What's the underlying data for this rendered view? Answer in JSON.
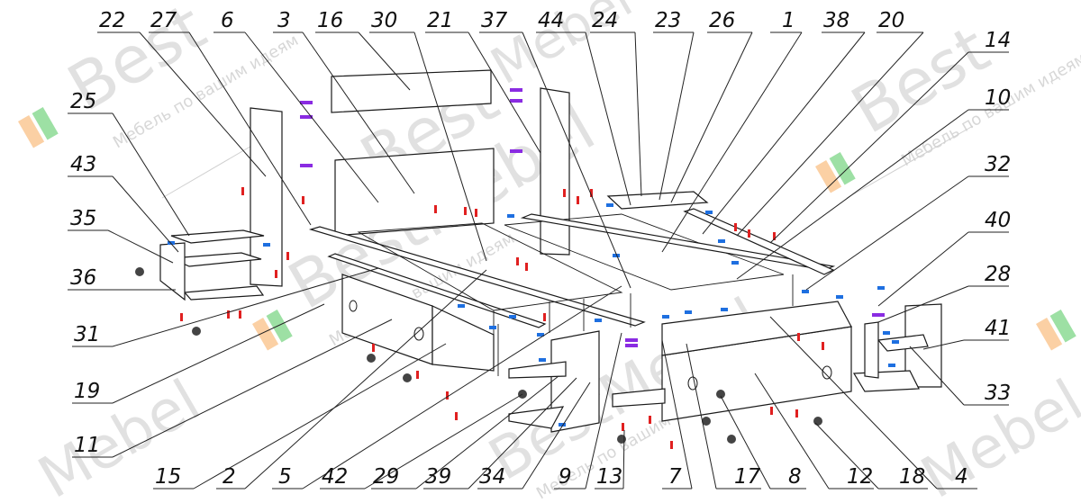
{
  "colors": {
    "line": "#1a1a1a",
    "fastener_red": "#e02020",
    "fastener_blue": "#1e6fe0",
    "fastener_purple": "#8a2be2",
    "logo_orange": "#f7a24a",
    "logo_green": "#3cc14a"
  },
  "watermark": {
    "brand": "BestMebel",
    "brand_short": "Best",
    "brand_tail": "Mebel",
    "slogan": "Мебель по вашим идеям"
  },
  "callouts": [
    {
      "id": "c22",
      "label": "22"
    },
    {
      "id": "c27",
      "label": "27"
    },
    {
      "id": "c6",
      "label": "6"
    },
    {
      "id": "c3",
      "label": "3"
    },
    {
      "id": "c16",
      "label": "16"
    },
    {
      "id": "c30",
      "label": "30"
    },
    {
      "id": "c21",
      "label": "21"
    },
    {
      "id": "c37",
      "label": "37"
    },
    {
      "id": "c44",
      "label": "44"
    },
    {
      "id": "c24",
      "label": "24"
    },
    {
      "id": "c23",
      "label": "23"
    },
    {
      "id": "c26",
      "label": "26"
    },
    {
      "id": "c1",
      "label": "1"
    },
    {
      "id": "c38",
      "label": "38"
    },
    {
      "id": "c20",
      "label": "20"
    },
    {
      "id": "c14",
      "label": "14"
    },
    {
      "id": "c10",
      "label": "10"
    },
    {
      "id": "c32",
      "label": "32"
    },
    {
      "id": "c40",
      "label": "40"
    },
    {
      "id": "c28",
      "label": "28"
    },
    {
      "id": "c41",
      "label": "41"
    },
    {
      "id": "c33",
      "label": "33"
    },
    {
      "id": "c25",
      "label": "25"
    },
    {
      "id": "c43",
      "label": "43"
    },
    {
      "id": "c35",
      "label": "35"
    },
    {
      "id": "c36",
      "label": "36"
    },
    {
      "id": "c31",
      "label": "31"
    },
    {
      "id": "c19",
      "label": "19"
    },
    {
      "id": "c11",
      "label": "11"
    },
    {
      "id": "c15",
      "label": "15"
    },
    {
      "id": "c2",
      "label": "2"
    },
    {
      "id": "c5",
      "label": "5"
    },
    {
      "id": "c42",
      "label": "42"
    },
    {
      "id": "c29",
      "label": "29"
    },
    {
      "id": "c39",
      "label": "39"
    },
    {
      "id": "c34",
      "label": "34"
    },
    {
      "id": "c9",
      "label": "9"
    },
    {
      "id": "c13",
      "label": "13"
    },
    {
      "id": "c7",
      "label": "7"
    },
    {
      "id": "c17",
      "label": "17"
    },
    {
      "id": "c8",
      "label": "8"
    },
    {
      "id": "c12",
      "label": "12"
    },
    {
      "id": "c18",
      "label": "18"
    },
    {
      "id": "c4",
      "label": "4"
    }
  ]
}
